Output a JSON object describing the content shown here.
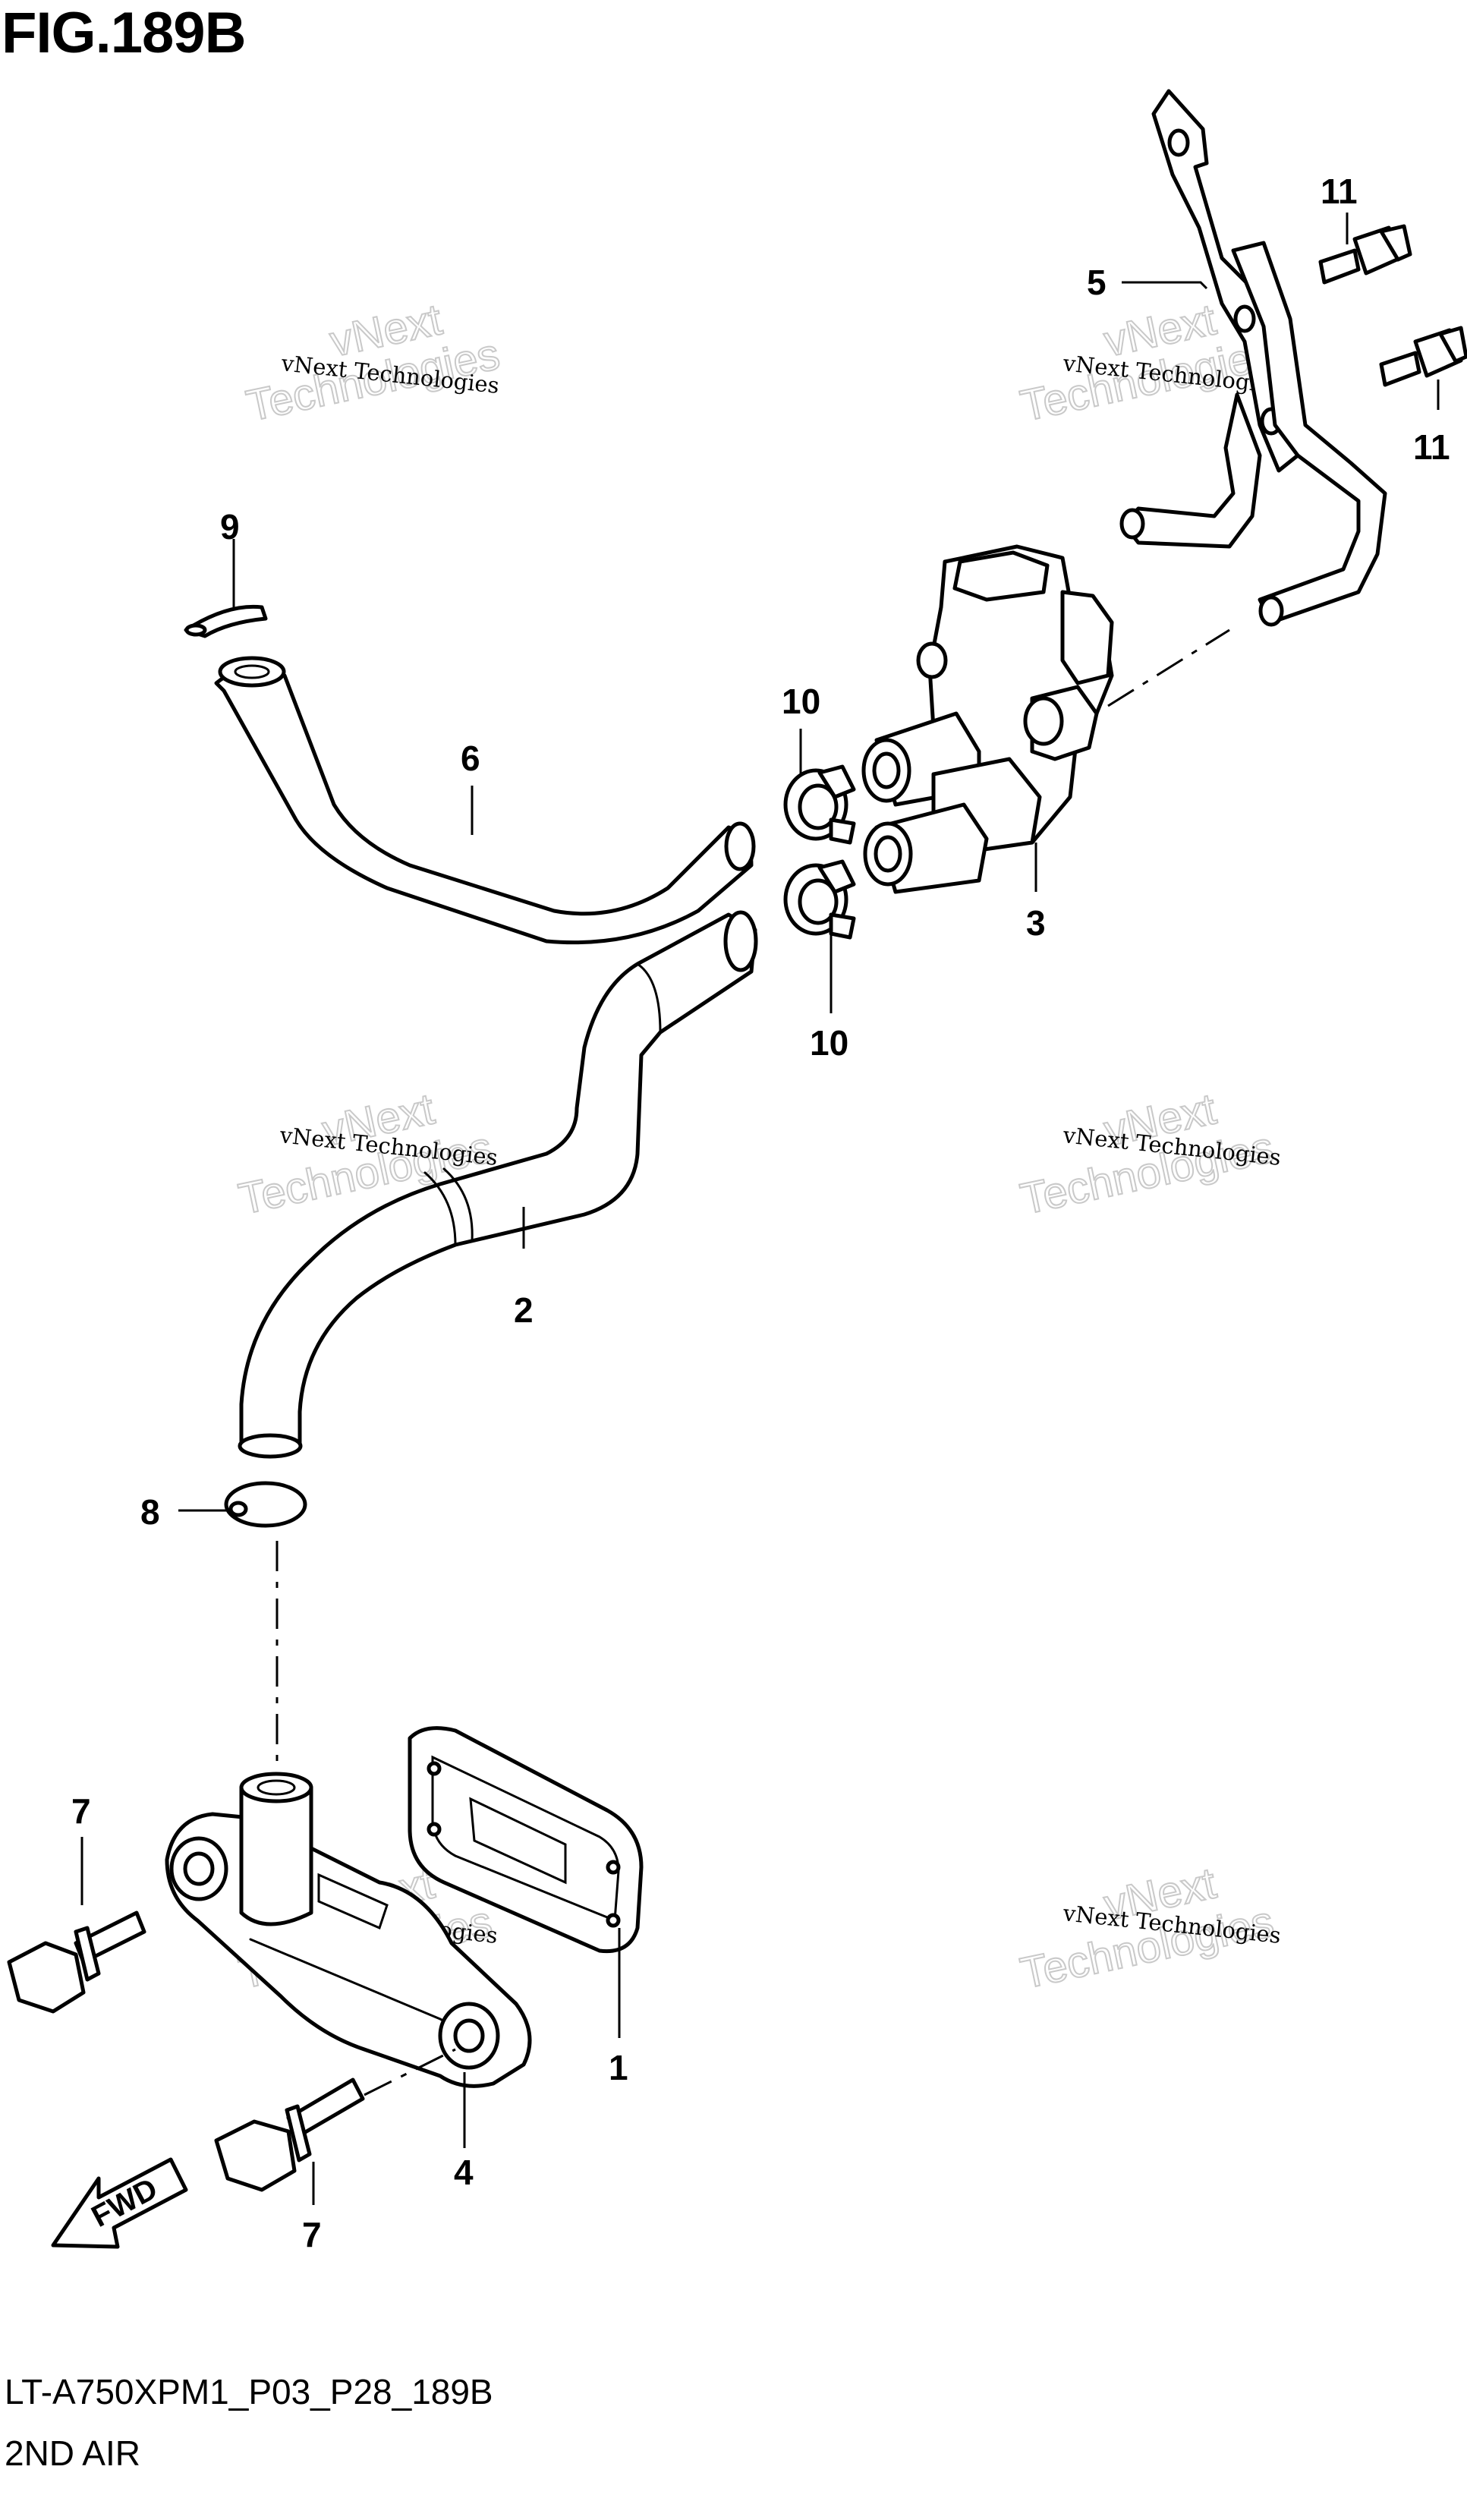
{
  "figure": {
    "title": "FIG.189B",
    "code": "LT-A750XPM1_P03_P28_189B",
    "name": "2ND AIR"
  },
  "watermark": {
    "line1": "vNext Technologies",
    "line2": "vNext",
    "line3": "Technologies"
  },
  "callouts": [
    {
      "id": "c1",
      "label": "1"
    },
    {
      "id": "c2",
      "label": "2"
    },
    {
      "id": "c3",
      "label": "3"
    },
    {
      "id": "c4",
      "label": "4"
    },
    {
      "id": "c5",
      "label": "5"
    },
    {
      "id": "c6",
      "label": "6"
    },
    {
      "id": "c7a",
      "label": "7"
    },
    {
      "id": "c7b",
      "label": "7"
    },
    {
      "id": "c8",
      "label": "8"
    },
    {
      "id": "c9",
      "label": "9"
    },
    {
      "id": "c10a",
      "label": "10"
    },
    {
      "id": "c10b",
      "label": "10"
    },
    {
      "id": "c11a",
      "label": "11"
    },
    {
      "id": "c11b",
      "label": "11"
    }
  ],
  "fwd_arrow": {
    "label": "FWD"
  }
}
